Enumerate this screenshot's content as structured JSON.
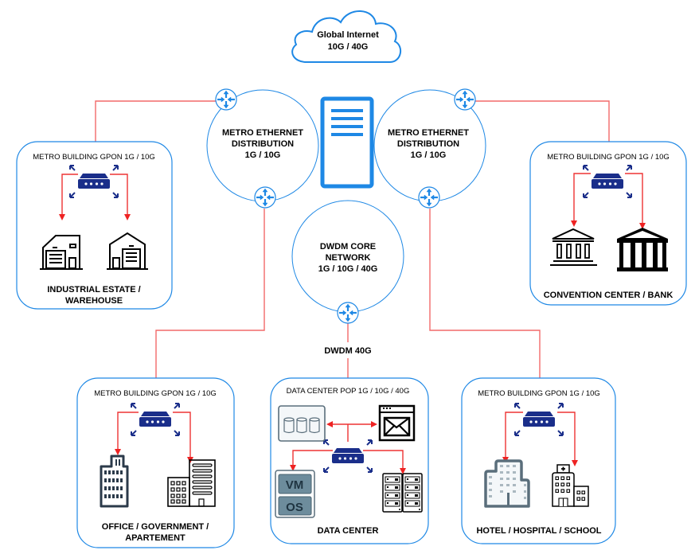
{
  "colors": {
    "primary_blue": "#1e88e5",
    "link_red": "#f26a6a",
    "device_navy": "#1a2e8a",
    "icon_slate": "#5a6e7b"
  },
  "cloud": {
    "title": "Global Internet",
    "speed": "10G / 40G"
  },
  "metro_left": {
    "line1": "METRO ETHERNET",
    "line2": "DISTRIBUTION",
    "speed": "1G / 10G"
  },
  "metro_right": {
    "line1": "METRO ETHERNET",
    "line2": "DISTRIBUTION",
    "speed": "1G / 10G"
  },
  "core": {
    "line1": "DWDM CORE",
    "line2": "NETWORK",
    "speed": "1G / 10G / 40G",
    "link_label": "DWDM 40G"
  },
  "sites": {
    "industrial": {
      "header": "METRO BUILDING GPON 1G / 10G",
      "title_line1": "INDUSTRIAL ESTATE /",
      "title_line2": "WAREHOUSE",
      "icons": [
        "factory-icon",
        "warehouse-icon"
      ]
    },
    "convention": {
      "header": "METRO BUILDING GPON 1G / 10G",
      "title_line1": "CONVENTION CENTER / BANK",
      "icons": [
        "convention-center-icon",
        "bank-icon"
      ]
    },
    "office": {
      "header": "METRO BUILDING GPON 1G / 10G",
      "title_line1": "OFFICE / GOVERNMENT /",
      "title_line2": "APARTEMENT",
      "icons": [
        "office-tower-icon",
        "apartment-building-icon"
      ]
    },
    "datacenter": {
      "header": "DATA CENTER POP 1G / 10G / 40G",
      "title_line1": "DATA CENTER",
      "vm_label": "VM",
      "os_label": "OS",
      "icons": [
        "storage-icon",
        "mail-server-icon",
        "virtual-machine-icon",
        "server-rack-icon"
      ]
    },
    "hotel": {
      "header": "METRO BUILDING GPON 1G / 10G",
      "title_line1": "HOTEL / HOSPITAL / SCHOOL",
      "icons": [
        "hotel-icon",
        "hospital-icon"
      ]
    }
  }
}
